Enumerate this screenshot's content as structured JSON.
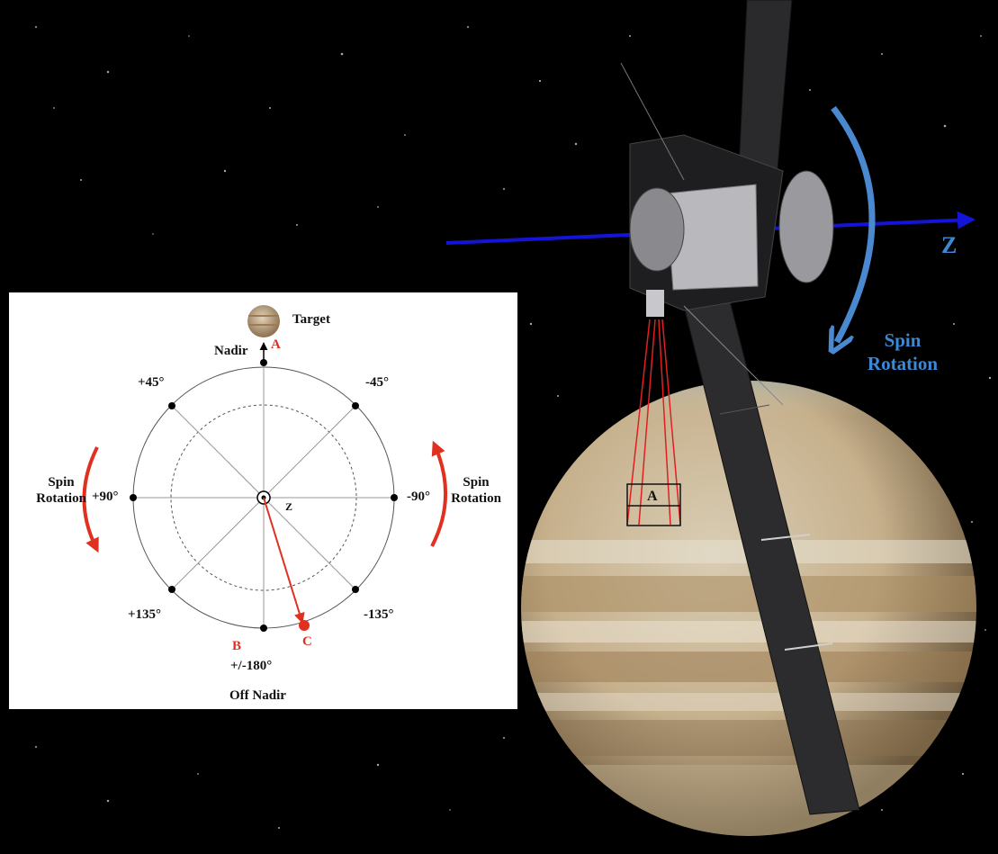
{
  "scene": {
    "z_axis_label": "Z",
    "spin_rotation_label": "Spin Rotation",
    "fov_label": "A",
    "colors": {
      "space": "#000000",
      "z_axis": "#1414d8",
      "spin_arrow": "#4a88d0",
      "fov_lines": "#e02020"
    }
  },
  "inset": {
    "target_label": "Target",
    "nadir_label": "Nadir",
    "off_nadir_label": "Off Nadir",
    "center_label": "Z",
    "point_a": "A",
    "point_b": "B",
    "point_c": "C",
    "spin_left": "Spin Rotation",
    "spin_right": "Spin Rotation",
    "angles": {
      "plus45": "+45°",
      "minus45": "-45°",
      "plus90": "+90°",
      "minus90": "-90°",
      "plus135": "+135°",
      "minus135": "-135°",
      "pm180": "+/-180°"
    },
    "colors": {
      "accent": "#e03020",
      "lines": "#888888",
      "dots": "#000000"
    }
  }
}
